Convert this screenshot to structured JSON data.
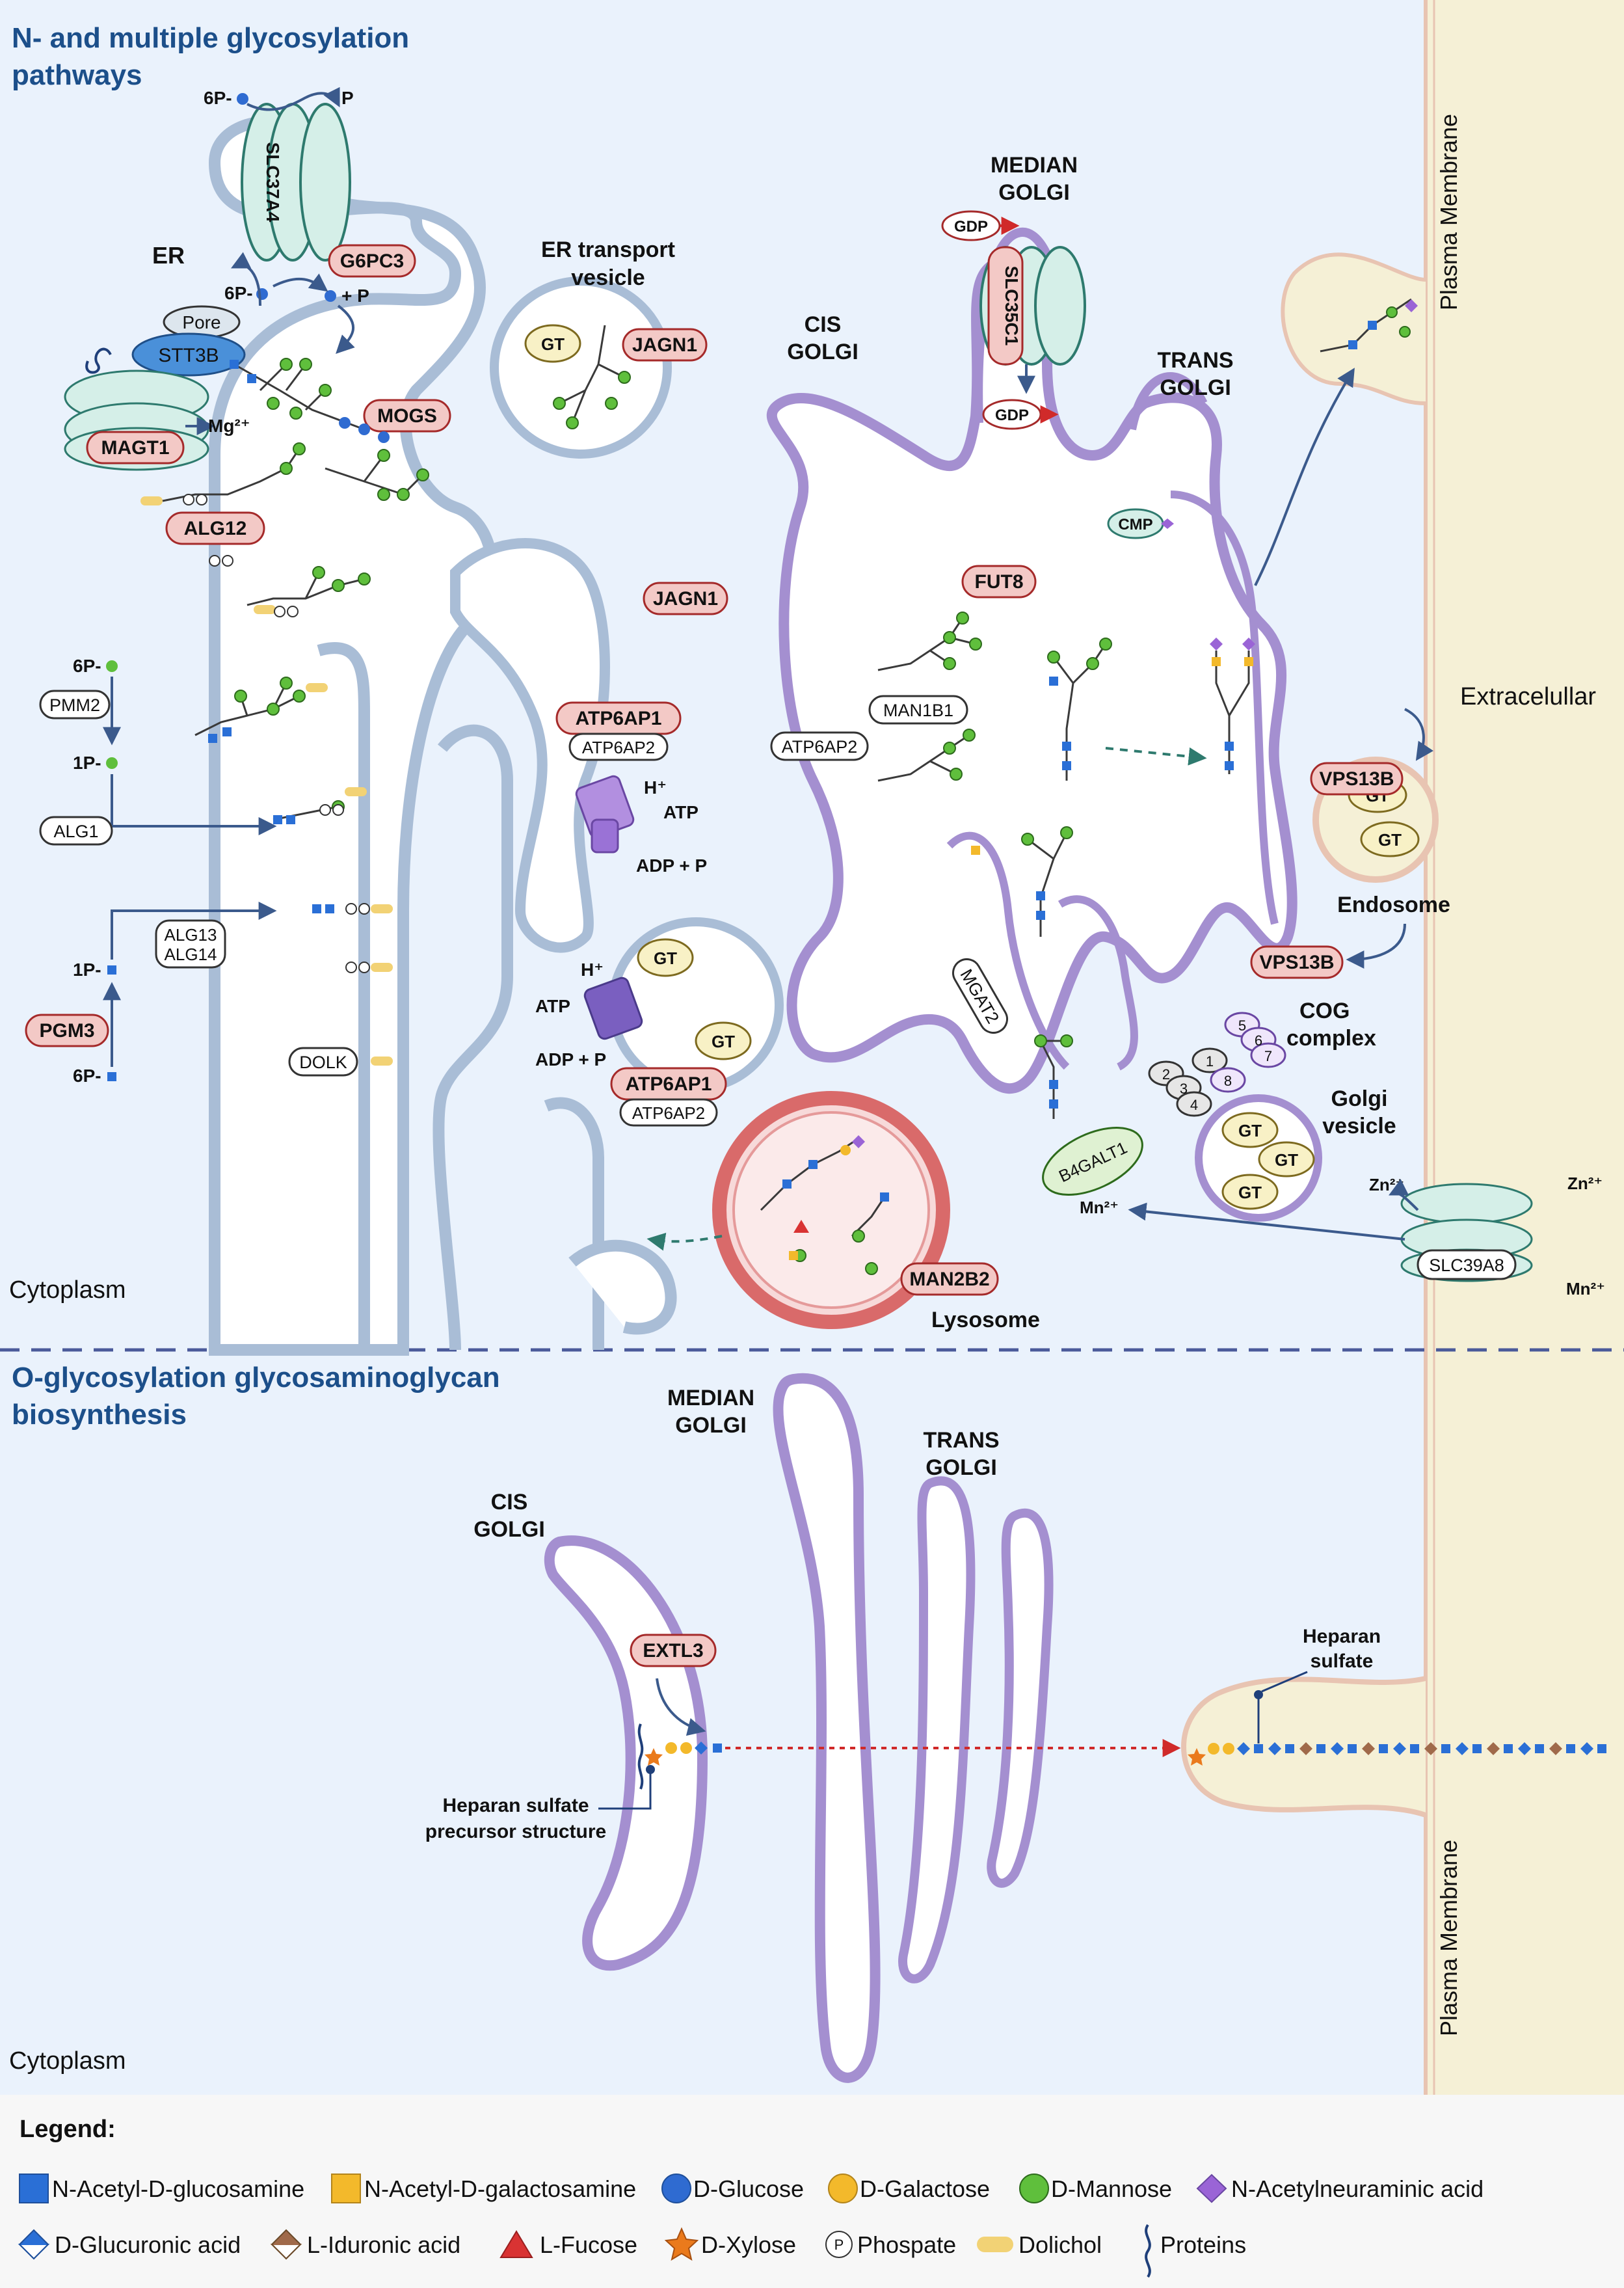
{
  "titles": {
    "top": [
      "N- and multiple glycosylation",
      "pathways"
    ],
    "bottom": [
      "O-glycosylation glycosaminoglycan",
      "biosynthesis"
    ]
  },
  "regions": {
    "cytoplasm_top": "Cytoplasm",
    "cytoplasm_bottom": "Cytoplasm",
    "plasma_membrane_top": "Plasma Membrane",
    "plasma_membrane_bottom": "Plasma Membrane",
    "extracellular": "Extracelullar"
  },
  "compartments": {
    "er": "ER",
    "er_vesicle": [
      "ER transport",
      "vesicle"
    ],
    "median_golgi": [
      "MEDIAN",
      "GOLGI"
    ],
    "cis_golgi": [
      "CIS",
      "GOLGI"
    ],
    "trans_golgi": [
      "TRANS",
      "GOLGI"
    ],
    "endosome": "Endosome",
    "lysosome": "Lysosome",
    "cog": [
      "COG",
      "complex"
    ],
    "golgi_vesicle": [
      "Golgi",
      "vesicle"
    ],
    "median_golgi_2": [
      "MEDIAN",
      "GOLGI"
    ],
    "trans_golgi_2": [
      "TRANS",
      "GOLGI"
    ],
    "cis_golgi_2": [
      "CIS",
      "GOLGI"
    ]
  },
  "genes_highlighted": {
    "g6pc3": "G6PC3",
    "magt1": "MAGT1",
    "alg12": "ALG12",
    "mogs": "MOGS",
    "jagn1_a": "JAGN1",
    "jagn1_b": "JAGN1",
    "atp6ap1_a": "ATP6AP1",
    "atp6ap1_b": "ATP6AP1",
    "pgm3": "PGM3",
    "slc35c1": "SLC35C1",
    "fut8": "FUT8",
    "vps13b_a": "VPS13B",
    "vps13b_b": "VPS13B",
    "man2b2": "MAN2B2",
    "extl3": "EXTL3"
  },
  "genes_plain": {
    "slc37a4": "SLC37A4",
    "stt3b": "STT3B",
    "pore": "Pore",
    "pmm2": "PMM2",
    "alg1": "ALG1",
    "alg13": "ALG13",
    "alg14": "ALG14",
    "dolk": "DOLK",
    "atp6ap2_a": "ATP6AP2",
    "atp6ap2_b": "ATP6AP2",
    "atp6ap2_c": "ATP6AP2",
    "man1b1": "MAN1B1",
    "mgat2": "MGAT2",
    "b4galt1": "B4GALT1",
    "slc39a8": "SLC39A8",
    "gt": "GT",
    "gdp": "GDP",
    "cmp": "CMP"
  },
  "small_labels": {
    "p6": "6P-",
    "p1": "1P-",
    "p": "P",
    "plus_p": "+ P",
    "mg": "Mg²⁺",
    "h": "H⁺",
    "atp": "ATP",
    "adp": "ADP + P",
    "zn": "Zn²⁺",
    "mn": "Mn²⁺",
    "cog_subunits": [
      "1",
      "2",
      "3",
      "4",
      "5",
      "6",
      "7",
      "8"
    ]
  },
  "annotations": {
    "heparan_sulfate": [
      "Heparan",
      "sulfate"
    ],
    "precursor": [
      "Heparan sulfate",
      "precursor structure"
    ]
  },
  "legend": {
    "title": "Legend:",
    "items": [
      {
        "icon": "blue-square-icon",
        "label": "N-Acetyl-D-glucosamine"
      },
      {
        "icon": "yellow-square-icon",
        "label": "N-Acetyl-D-galactosamine"
      },
      {
        "icon": "blue-circle-icon",
        "label": "D-Glucose"
      },
      {
        "icon": "orange-circle-icon",
        "label": "D-Galactose"
      },
      {
        "icon": "green-circle-icon",
        "label": "D-Mannose"
      },
      {
        "icon": "purple-diamond-icon",
        "label": "N-Acetylneuraminic acid"
      },
      {
        "icon": "blue-split-diamond-icon",
        "label": "D-Glucuronic acid"
      },
      {
        "icon": "brown-split-diamond-icon",
        "label": "L-Iduronic acid"
      },
      {
        "icon": "red-triangle-icon",
        "label": "L-Fucose"
      },
      {
        "icon": "orange-star-icon",
        "label": "D-Xylose"
      },
      {
        "icon": "phosphate-circle-icon",
        "label": "Phospate",
        "glyph": "P"
      },
      {
        "icon": "dolichol-pill-icon",
        "label": "Dolichol"
      },
      {
        "icon": "protein-squiggle-icon",
        "label": "Proteins"
      }
    ]
  },
  "colors": {
    "background": "#eaf2fc",
    "membrane": "#f5f0d6",
    "er": "#a9bdd6",
    "golgi": "#a48fd0",
    "lysosome": "#d96a6a",
    "gene_fill": "#f3c9c6",
    "gene_text": "#a52a2a",
    "glcnac": "#2a6fd6",
    "galnac": "#f3b92b",
    "glucose": "#2f6bd1",
    "galactose": "#f3b92b",
    "mannose": "#5fbf3c",
    "neu5ac": "#9a64d6",
    "fucose": "#d93333",
    "xylose": "#ea7a1c",
    "dolichol": "#f2d275"
  }
}
